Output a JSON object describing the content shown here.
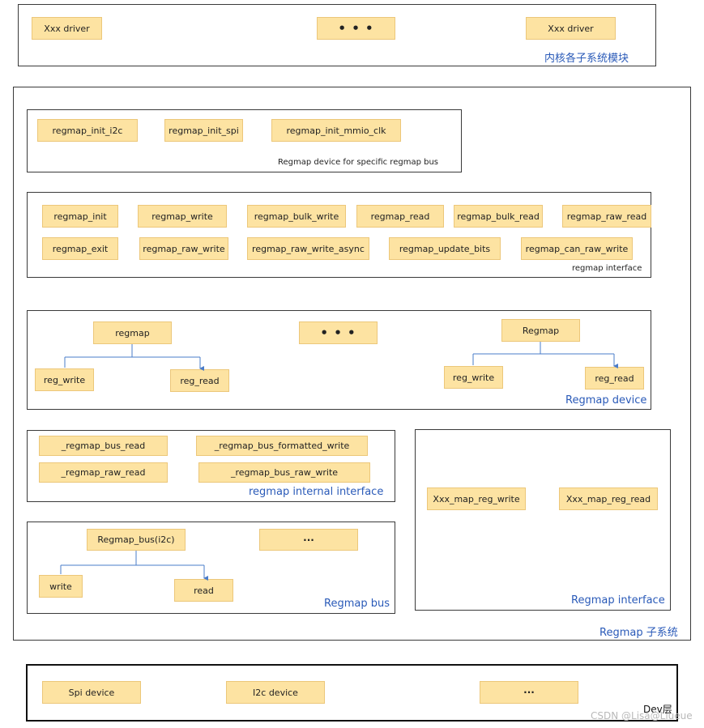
{
  "top": {
    "boxes": [
      "Xxx driver",
      "• • •",
      "Xxx driver"
    ],
    "label": "内核各子系统模块"
  },
  "subsystem": {
    "label": "Regmap 子系统",
    "bus_init": {
      "boxes": [
        "regmap_init_i2c",
        "regmap_init_spi",
        "regmap_init_mmio_clk"
      ],
      "label": "Regmap device  for specific regmap  bus"
    },
    "interface": {
      "row1": [
        "regmap_init",
        "regmap_write",
        "regmap_bulk_write",
        "regmap_read",
        "regmap_bulk_read",
        "regmap_raw_read"
      ],
      "row2": [
        "regmap_exit",
        "regmap_raw_write",
        "regmap_raw_write_async",
        "regmap_update_bits",
        "regmap_can_raw_write"
      ],
      "label": "regmap  interface"
    },
    "device": {
      "left": {
        "root": "regmap",
        "write": "reg_write",
        "read": "reg_read"
      },
      "middle": "• • •",
      "right": {
        "root": "Regmap",
        "write": "reg_write",
        "read": "reg_read"
      },
      "label": "Regmap device"
    },
    "internal": {
      "boxes": [
        "_regmap_bus_read",
        "_regmap_bus_formatted_write",
        "_regmap_raw_read",
        "_regmap_bus_raw_write"
      ],
      "label": "regmap internal interface"
    },
    "bus": {
      "root": "Regmap_bus(i2c)",
      "dots": "···",
      "write": "write",
      "read": "read",
      "label": "Regmap bus"
    },
    "map_interface": {
      "boxes": [
        "Xxx_map_reg_write",
        "Xxx_map_reg_read"
      ],
      "label": "Regmap interface"
    }
  },
  "dev": {
    "boxes": [
      "Spi device",
      "I2c device",
      "···"
    ],
    "label": "Dev层"
  },
  "watermark": "CSDN @Lisa@Liueue",
  "colors": {
    "box_fill": "#fde3a2",
    "label_blue": "#2a5ab8",
    "connector": "#4a7cc9"
  }
}
